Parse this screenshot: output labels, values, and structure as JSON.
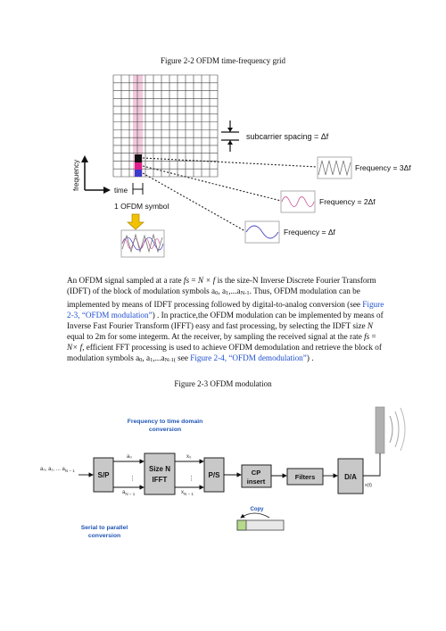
{
  "figure1": {
    "caption": "Figure 2-2 OFDM time-frequency grid",
    "frequency_axis_label": "frequency",
    "time_axis_label": "time",
    "symbol_label": "1 OFDM symbol",
    "spacing_label": "subcarrier spacing = Δf",
    "freq_labels": [
      "Frequency = 3Δf",
      "Frequency = 2Δf",
      "Frequency = Δf"
    ],
    "colors": {
      "symbol_column": "#f2c8dc",
      "cell_dark": "#111111",
      "cell_magenta": "#e0208a",
      "cell_blue": "#3a3acb",
      "arrow_fill": "#f2c200",
      "wave_pink": "#d060a0"
    }
  },
  "paragraph": {
    "p1": "An OFDM signal sampled at a rate ",
    "fs_symbol": "fs",
    "p2": " = ",
    "n_times_f": "N × f",
    "p3": " is the size-N Inverse Discrete Fourier Transform (IDFT) of the block of modulation symbols a",
    "sub0": "0",
    "p4": ", a",
    "sub1": "1",
    "p5": ",...a",
    "subN1": "N-1",
    "p6": ". Thus, OFDM modulation can be implemented by means of IDFT processing followed by digital-to-analog conversion (see ",
    "link1": "Figure 2-3, “OFDM modulation”",
    "p7": ") . In practice,the OFDM modulation can be implemented by means of Inverse Fast Fourier Transform (IFFT) easy and fast processing, by selecting the IDFT size ",
    "n_symbol": "N",
    "p8": " equal to 2m for some integerm. At the receiver, by sampling the received signal at the rate ",
    "fs_symbol2": "fs",
    "p9": " = ",
    "n_times_f2": "N× f",
    "p10": ", efficient FFT processing is used to achieve OFDM demodulation and retrieve the block of modulation symbols a",
    "sub0b": "0",
    "p11": ", a",
    "sub1b": "1",
    "p12": ",...a",
    "subN1b": "N-1(",
    "p13": " see ",
    "link2": "Figure 2-4, “OFDM demodulation”",
    "p14": ") ."
  },
  "figure2": {
    "caption": "Figure 2-3 OFDM modulation",
    "top_annotation_line1": "Frequency to time domain",
    "top_annotation_line2": "conversion",
    "bottom_annotation_line1": "Serial to parallel",
    "bottom_annotation_line2": "conversion",
    "input_label": "a₀, a₁, ... a",
    "input_sub": "N − 1",
    "blocks": {
      "sp": "S/P",
      "ifft_line1": "Size N",
      "ifft_line2": "IFFT",
      "ps": "P/S",
      "cp_line1": "CP",
      "cp_line2": "insert",
      "filters": "Filters",
      "da": "D/A"
    },
    "a0_label": "a₀",
    "aN1_label": "a",
    "aN1_sub": "N − 1",
    "x0_label": "x₀",
    "xN1_label": "x",
    "xN1_sub": "N − 1",
    "xt_label": "x(t)",
    "copy_label": "Copy",
    "colors": {
      "block_fill": "#c8c8c8",
      "block_border": "#222222",
      "annotation": "#1f55b5",
      "antenna": "#b0b0b0",
      "cp_green": "#b6d98c"
    }
  }
}
